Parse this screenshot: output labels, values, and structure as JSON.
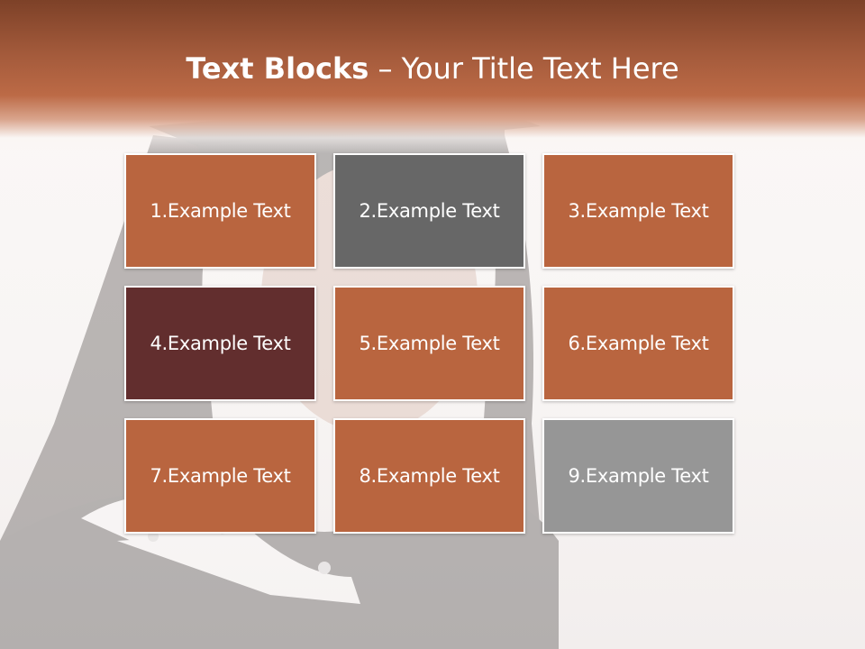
{
  "slide": {
    "title_bold": "Text Blocks",
    "title_sep": " – ",
    "title_rest": "Your Title Text Here"
  },
  "colors": {
    "accent": "#b9653f",
    "dark_maroon": "#622e2e",
    "dark_gray": "#676767",
    "light_gray": "#969696"
  },
  "blocks": [
    {
      "label": "1.Example Text",
      "color": "#b9653f"
    },
    {
      "label": "2.Example Text",
      "color": "#676767"
    },
    {
      "label": "3.Example Text",
      "color": "#b9653f"
    },
    {
      "label": "4.Example Text",
      "color": "#622e2e"
    },
    {
      "label": "5.Example Text",
      "color": "#b9653f"
    },
    {
      "label": "6.Example Text",
      "color": "#b9653f"
    },
    {
      "label": "7.Example Text",
      "color": "#b9653f"
    },
    {
      "label": "8.Example Text",
      "color": "#b9653f"
    },
    {
      "label": "9.Example Text",
      "color": "#969696"
    }
  ]
}
